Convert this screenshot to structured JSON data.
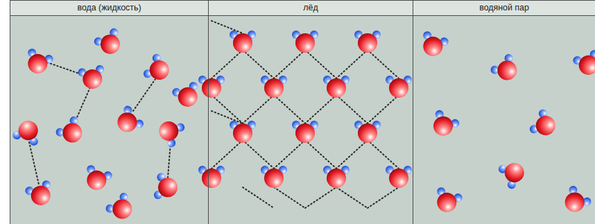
{
  "diagram": {
    "nodes": [
      {
        "text": [
          "вода (жидкость)"
        ]
      },
      {
        "text": [
          "лёд"
        ]
      },
      {
        "text": [
          "водяной пар"
        ]
      }
    ]
  }
}
